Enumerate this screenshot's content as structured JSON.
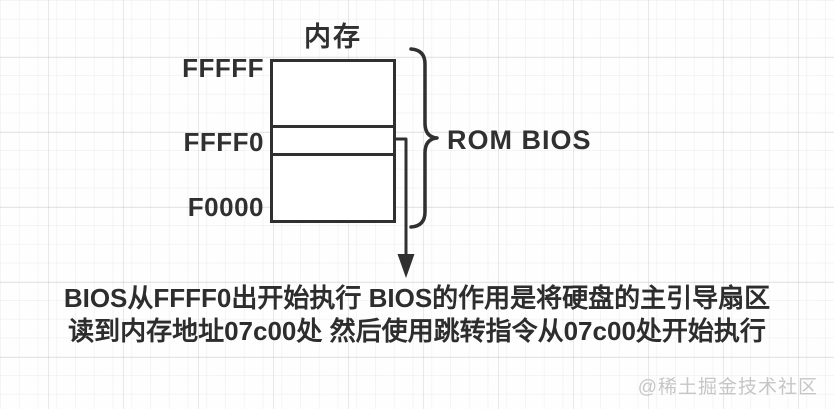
{
  "diagram": {
    "title": "内存",
    "memory_box": {
      "addresses": [
        "FFFFF",
        "FFFF0",
        "F0000"
      ]
    },
    "brace_label": "ROM BIOS",
    "caption_lines": [
      "BIOS从FFFF0出开始执行 BIOS的作用是将硬盘的主引导扇区",
      "读到内存地址07c00处 然后使用跳转指令从07c00处开始执行"
    ],
    "watermark": "@稀土掘金技术社区",
    "colors": {
      "stroke": "#303030",
      "text": "#2d2d2d",
      "watermark": "#c6c6c6",
      "background": "#fefefe",
      "grid_minor": "#f1f1f1",
      "grid_major": "#e4e4e4"
    }
  }
}
